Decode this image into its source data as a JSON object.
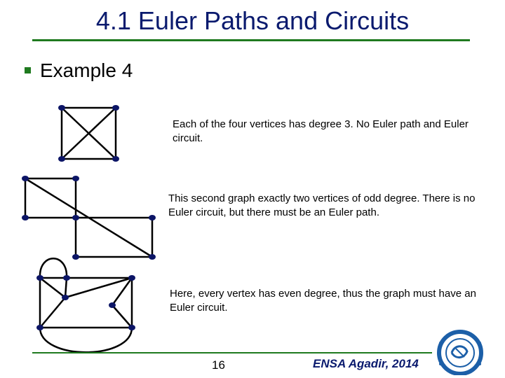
{
  "slide": {
    "title": "4.1 Euler Paths and Circuits",
    "subtitle": "Example 4",
    "footer": {
      "page_number": "16",
      "institution": "ENSA Agadir, 2014"
    },
    "logo": {
      "icon": "university-seal-icon",
      "color": "#1c5fa8"
    }
  },
  "examples": [
    {
      "description": "Each of the four vertices has degree 3. No Euler path and  Euler circuit."
    },
    {
      "description": "This second graph exactly two vertices of odd degree. There is no Euler circuit, but there must be an Euler path."
    },
    {
      "description": "Here, every vertex has even degree, thus the graph must have an Euler circuit."
    }
  ],
  "colors": {
    "title": "#0a1a6e",
    "accent_rule": "#1f7a1f",
    "vertex": "#0c1566",
    "edge": "#000000"
  }
}
